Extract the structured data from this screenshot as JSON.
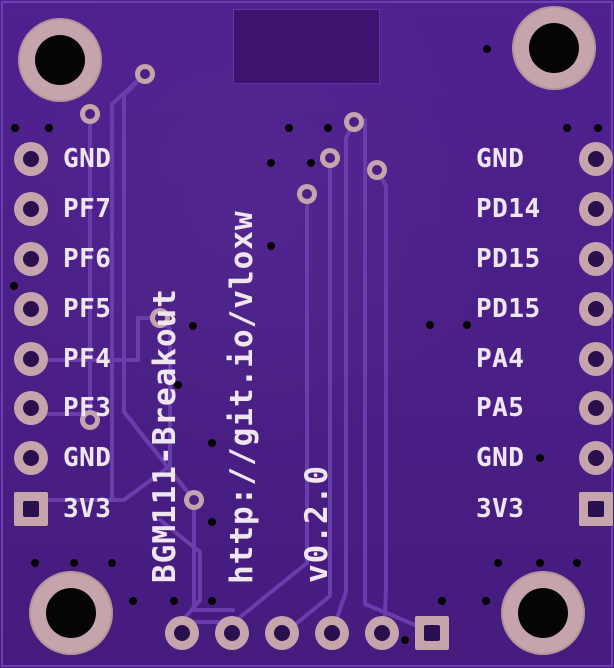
{
  "board": {
    "name": "BGM111-Breakout",
    "url": "http://git.io/vloxw",
    "version": "v0.2.0"
  },
  "colors": {
    "board": "#4a1f86",
    "pad": "#c6a4ab",
    "silkscreen": "#efe6ef",
    "hole": "#050505",
    "trace": "#6c3fb0"
  },
  "left_header": {
    "pins": [
      {
        "label": "GND",
        "pad_shape": "round"
      },
      {
        "label": "PF7",
        "pad_shape": "round"
      },
      {
        "label": "PF6",
        "pad_shape": "round"
      },
      {
        "label": "PF5",
        "pad_shape": "round"
      },
      {
        "label": "PF4",
        "pad_shape": "round"
      },
      {
        "label": "PF3",
        "pad_shape": "round"
      },
      {
        "label": "GND",
        "pad_shape": "round"
      },
      {
        "label": "3V3",
        "pad_shape": "square"
      }
    ]
  },
  "right_header": {
    "pins": [
      {
        "label": "GND",
        "pad_shape": "round"
      },
      {
        "label": "PD14",
        "pad_shape": "round"
      },
      {
        "label": "PD15",
        "pad_shape": "round"
      },
      {
        "label": "PD15",
        "pad_shape": "round"
      },
      {
        "label": "PA4",
        "pad_shape": "round"
      },
      {
        "label": "PA5",
        "pad_shape": "round"
      },
      {
        "label": "GND",
        "pad_shape": "round"
      },
      {
        "label": "3V3",
        "pad_shape": "square"
      }
    ]
  },
  "bottom_header": {
    "pad_shapes": [
      "round",
      "round",
      "round",
      "round",
      "round",
      "square"
    ]
  },
  "mount_holes": [
    "top-left",
    "top-right",
    "bottom-left",
    "bottom-right"
  ]
}
